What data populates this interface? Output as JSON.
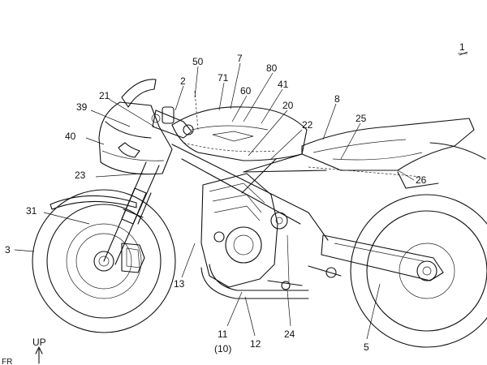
{
  "figure_number": "1",
  "direction": {
    "up": "UP",
    "front": "FR"
  },
  "labels": {
    "l50": "50",
    "l7": "7",
    "l80": "80",
    "l71": "71",
    "l2": "2",
    "l60": "60",
    "l41": "41",
    "l20": "20",
    "l8": "8",
    "l25": "25",
    "l22": "22",
    "l21": "21",
    "l39": "39",
    "l40": "40",
    "l23": "23",
    "l26": "26",
    "l31": "31",
    "l3": "3",
    "l13": "13",
    "l11": "11",
    "l10": "(10)",
    "l12": "12",
    "l24": "24",
    "l5": "5"
  }
}
